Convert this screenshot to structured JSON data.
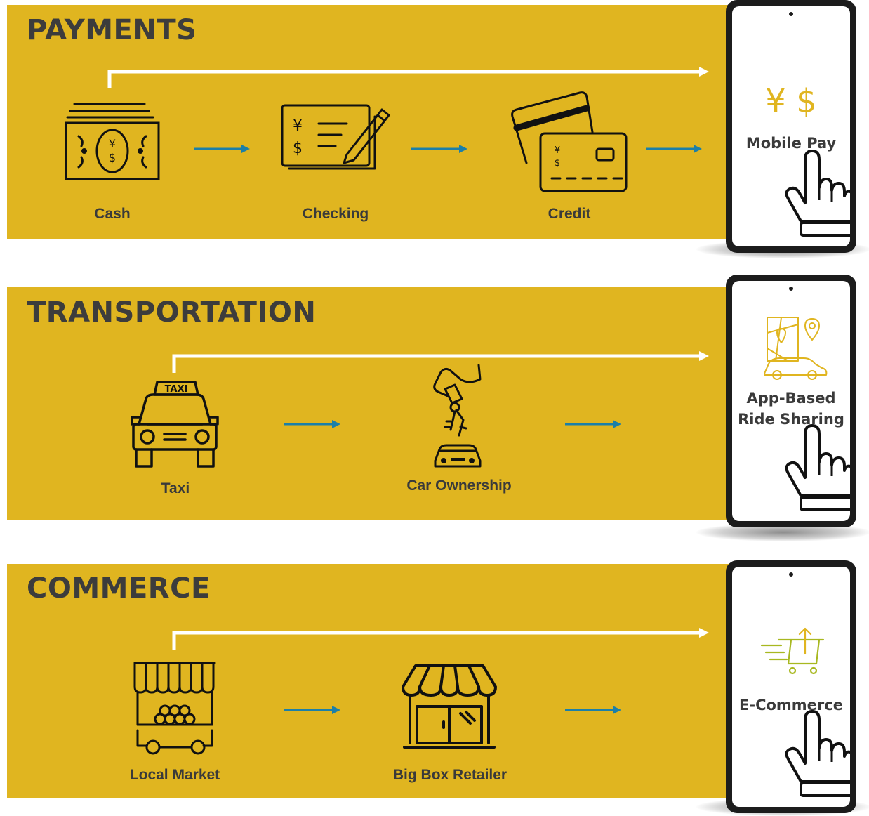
{
  "payments": {
    "title": "PAYMENTS",
    "steps": [
      "Cash",
      "Checking",
      "Credit"
    ],
    "phone_label": "Mobile Pay",
    "phone_symbols": "¥ $"
  },
  "transportation": {
    "title": "TRANSPORTATION",
    "steps": [
      "Taxi",
      "Car Ownership"
    ],
    "phone_label_line1": "App-Based",
    "phone_label_line2": "Ride Sharing",
    "taxi_sign": "TAXI"
  },
  "commerce": {
    "title": "COMMERCE",
    "steps": [
      "Local Market",
      "Big Box Retailer"
    ],
    "phone_label": "E-Commerce"
  },
  "colors": {
    "band": "#e0b520",
    "title_text": "#3c3c3c",
    "flow_arrow": "#1b7fa8",
    "bracket_arrow": "#ffffff",
    "phone_icon_gold": "#e0b520",
    "phone_icon_green": "#a8b820"
  },
  "icons": {
    "cash": "cash-bill-icon",
    "checking": "checkbook-pen-icon",
    "credit": "credit-cards-icon",
    "taxi": "taxi-icon",
    "car_ownership": "car-keys-icon",
    "local_market": "market-stall-icon",
    "big_box": "storefront-icon",
    "pointer": "pointing-hand-icon"
  }
}
